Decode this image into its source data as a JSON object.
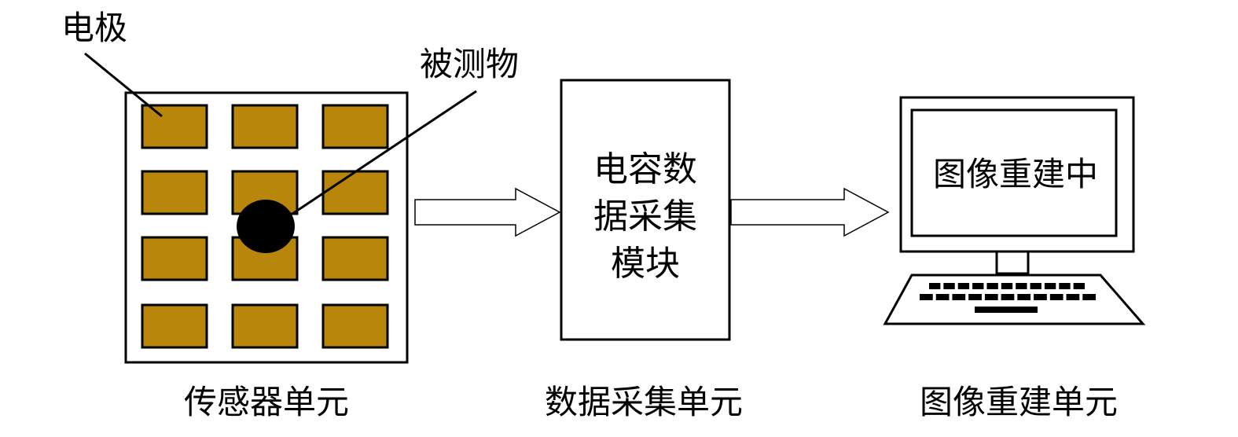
{
  "labels": {
    "electrode": "电极",
    "measured_object": "被测物",
    "daq_module_line1": "电容数",
    "daq_module_line2": "据采集",
    "daq_module_line3": "模块",
    "screen_text": "图像重建中"
  },
  "units": {
    "sensor": "传感器单元",
    "daq": "数据采集单元",
    "reconstruction": "图像重建单元"
  },
  "colors": {
    "electrode_fill": "#B8860B",
    "stroke": "#000000",
    "background": "#FFFFFF",
    "object_fill": "#000000"
  },
  "sensor_grid": {
    "rows": 4,
    "cols": 3
  }
}
